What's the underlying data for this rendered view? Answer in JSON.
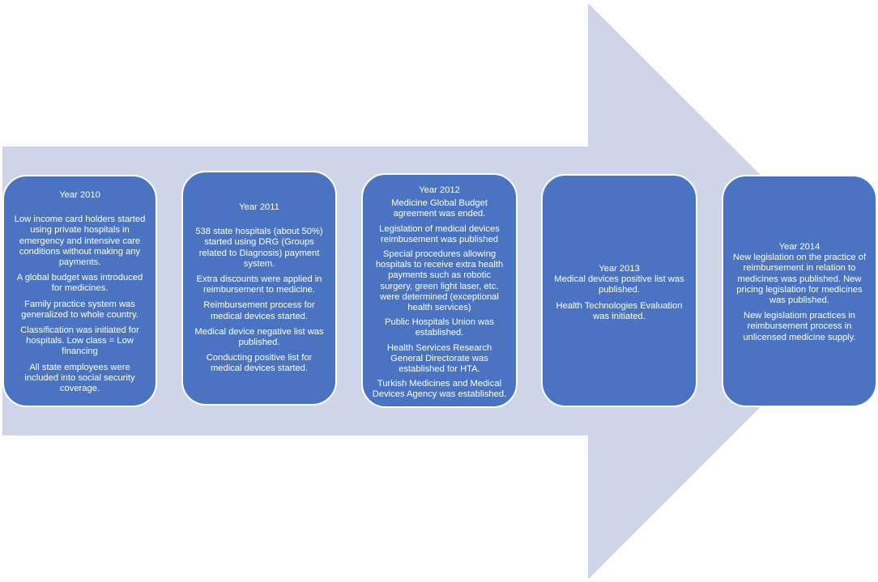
{
  "colors": {
    "arrow": "#ced5e9",
    "card": "#4a73c1",
    "card_border": "#ffffff",
    "text": "#ffffff"
  },
  "timeline": [
    {
      "year": "Year 2010",
      "events": [
        "Low income card holders started using private hospitals in emergency and intensive care conditions without making any payments.",
        "A global budget was introduced for medicines.",
        "Family practice system was generalized to whole country.",
        "Classification was initiated for hospitals.  Low class = Low financing",
        "All state employees were included into social security coverage."
      ]
    },
    {
      "year": "Year 2011",
      "events": [
        "538 state hospitals (about 50%) started using DRG (Groups related to Diagnosis) payment system.",
        "Extra discounts were applied in reimbursement to medicine.",
        "Reimbursement process for medical devices started.",
        "Medical device negative list was published.",
        "Conducting positive list for medical devices started."
      ]
    },
    {
      "year": "Year 2012",
      "events": [
        "Medicine Global Budget agreement was ended.",
        "Legislation of medical devices reimbusement was published",
        "Special procedures allowing hospitals to  receive extra health payments such as robotic surgery, green light laser, etc. were determined (exceptional health services)",
        "Public Hospitals Union was established.",
        "Health Services Research General Directorate was established for HTA.",
        "Turkish Medicines and Medical Devices Agency was established."
      ]
    },
    {
      "year": "Year 2013",
      "events": [
        "Medical devices positive list was published.",
        "Health Technologies Evaluation was initiated."
      ]
    },
    {
      "year": "Year 2014",
      "events": [
        "New  legislation on the practice of reimbursement in relation to medicines was published. New pricing legislation for medicines was published.",
        "New legislatiom practices in reimbursement process in unlicensed medicine supply."
      ]
    }
  ]
}
